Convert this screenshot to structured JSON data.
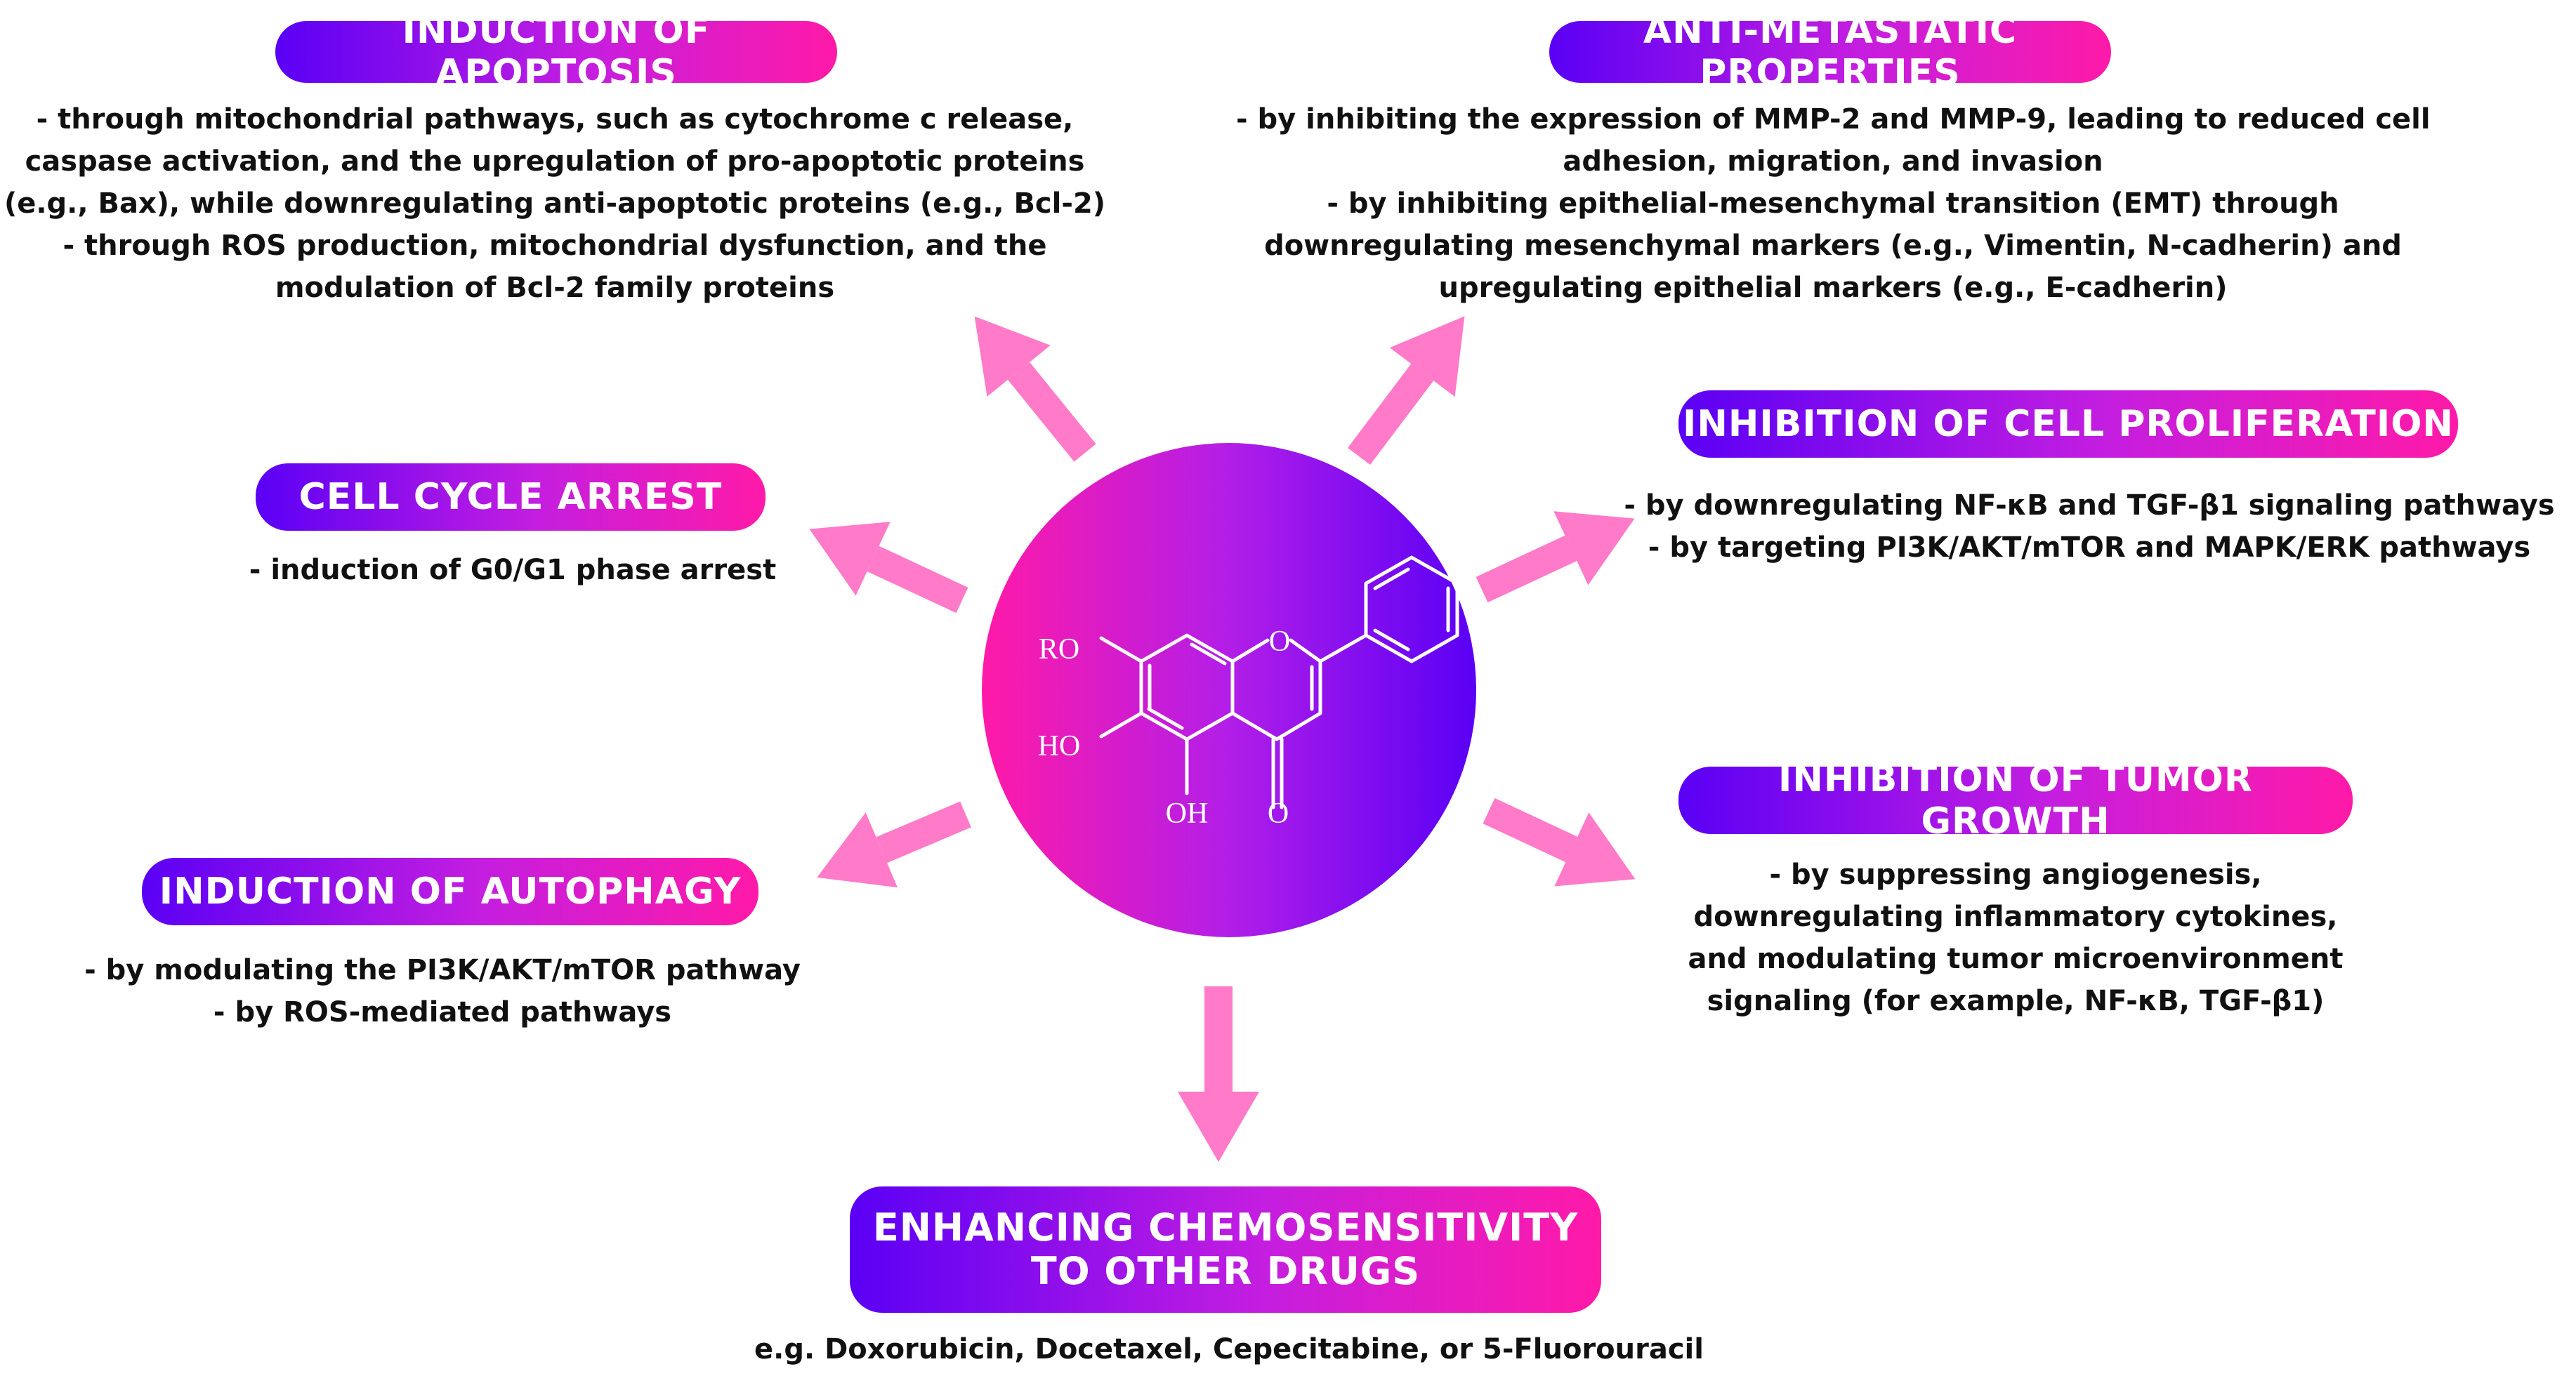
{
  "colors": {
    "pill_start": "#5a00f5",
    "pill_end": "#ff1aa8",
    "arrow": "#ff7ac8",
    "circle_left": "#ff1aa8",
    "circle_right": "#5a00f5",
    "text": "#111111"
  },
  "molecule": {
    "labels": [
      "RO",
      "HO",
      "OH",
      "O",
      "O"
    ]
  },
  "effects": {
    "apoptosis": {
      "title": "INDUCTION OF APOPTOSIS",
      "lines": [
        "- through mitochondrial pathways, such as cytochrome c release,",
        "caspase activation, and the upregulation of pro-apoptotic proteins",
        "(e.g., Bax), while downregulating anti-apoptotic proteins (e.g., Bcl-2)",
        "- through ROS production, mitochondrial dysfunction, and the",
        "modulation of Bcl-2 family proteins"
      ]
    },
    "metastatic": {
      "title": "ANTI-METASTATIC PROPERTIES",
      "lines": [
        "- by inhibiting the expression of MMP-2 and MMP-9, leading to reduced cell",
        "adhesion, migration, and invasion",
        "- by inhibiting epithelial-mesenchymal transition (EMT) through",
        "downregulating mesenchymal markers (e.g., Vimentin, N-cadherin) and",
        "upregulating epithelial markers (e.g., E-cadherin)"
      ]
    },
    "cell_cycle": {
      "title": "CELL CYCLE ARREST",
      "lines": [
        "- induction of G0/G1 phase arrest"
      ]
    },
    "proliferation": {
      "title": "INHIBITION OF CELL PROLIFERATION",
      "lines": [
        "- by downregulating NF-κB and TGF-β1 signaling pathways",
        "- by targeting PI3K/AKT/mTOR and MAPK/ERK pathways"
      ]
    },
    "autophagy": {
      "title": "INDUCTION OF AUTOPHAGY",
      "lines": [
        "- by modulating the PI3K/AKT/mTOR pathway",
        "- by ROS-mediated pathways"
      ]
    },
    "tumor": {
      "title": "INHIBITION OF TUMOR GROWTH",
      "lines": [
        "- by suppressing angiogenesis,",
        "downregulating inflammatory cytokines,",
        "and modulating tumor microenvironment",
        "signaling (for example, NF-κB, TGF-β1)"
      ]
    },
    "chemo": {
      "title_lines": [
        "ENHANCING CHEMOSENSITIVITY",
        "TO OTHER DRUGS"
      ],
      "lines": [
        "e.g. Doxorubicin, Docetaxel, Cepecitabine, or 5-Fluorouracil"
      ]
    }
  }
}
